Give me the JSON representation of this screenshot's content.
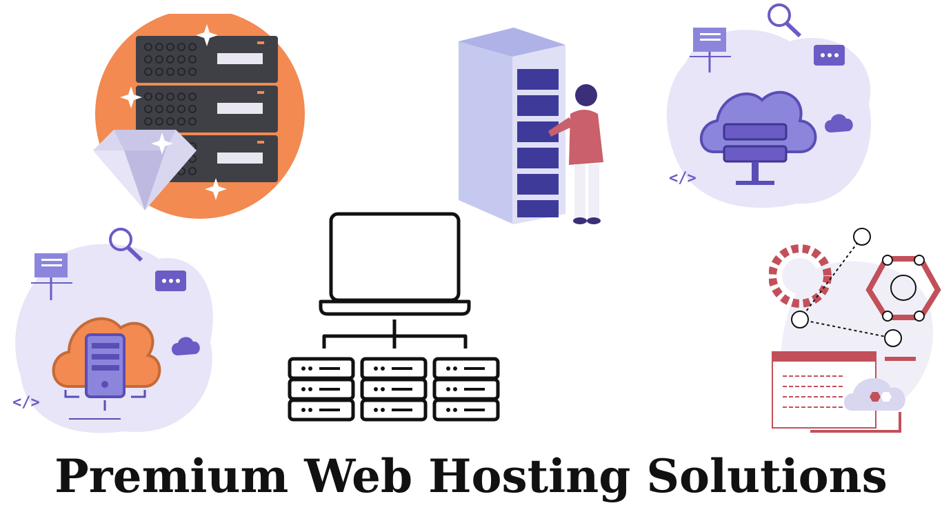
{
  "headline": "Premium Web Hosting Solutions",
  "colors": {
    "orange": "#f28a52",
    "dark_server": "#3f4046",
    "purple": "#6b5bc4",
    "lavender_blob": "#e7e5f7",
    "purple_light": "#8b86dc",
    "red_accent": "#c2505a",
    "person_shirt": "#c9606b",
    "black_line": "#111111"
  },
  "illustrations": [
    "server-rack-diamond-illustration",
    "datacenter-technician-illustration",
    "cloud-server-network-illustration",
    "laptop-server-network-icon",
    "cloud-server-orange-illustration",
    "cloud-network-gear-illustration"
  ],
  "code_symbol": "</>"
}
